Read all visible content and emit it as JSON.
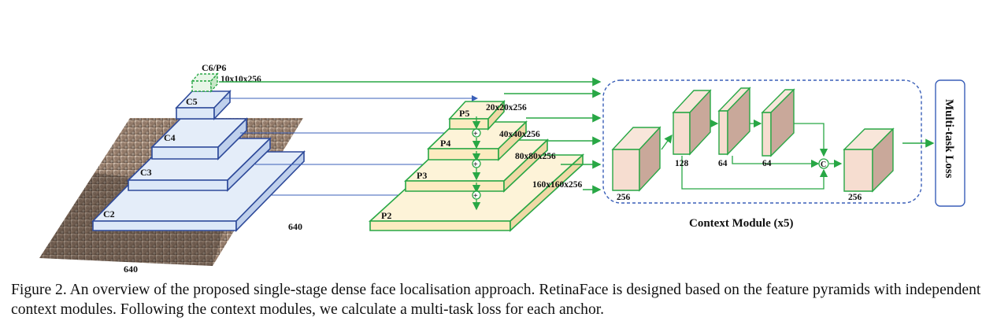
{
  "backbone": {
    "c2": "C2",
    "c3": "C3",
    "c4": "C4",
    "c5": "C5",
    "c6p6": "C6/P6",
    "c6_dim": "10x10x256",
    "width_label": "640",
    "height_label": "640"
  },
  "fpn": {
    "p2": "P2",
    "p3": "P3",
    "p4": "P4",
    "p5": "P5",
    "p5_dim": "20x20x256",
    "p4_dim": "40x40x256",
    "p3_dim": "80x80x256",
    "p2_dim": "160x160x256",
    "plus_symbol": "+"
  },
  "context_module": {
    "title": "Context Module (x5)",
    "in_channels": "256",
    "branch1": "128",
    "branch2": "64",
    "branch3": "64",
    "out_channels": "256",
    "concat_symbol": "C"
  },
  "loss": {
    "label": "Multi-task Loss"
  },
  "caption": {
    "text": "Figure 2. An overview of the proposed single-stage dense face localisation approach. RetinaFace is designed based on the feature pyramids with independent context modules. Following the context modules, we calculate a multi-task loss for each anchor."
  },
  "colors": {
    "backbone_fill": "#dce8f8",
    "backbone_stroke": "#2e4a9a",
    "fpn_fill": "#fdf0cc",
    "fpn_stroke": "#28a745",
    "cube_fill": "#f6ddd0",
    "cube_side": "#c9a89a",
    "arrow_green": "#28a745",
    "arrow_blue": "#3a5fb8",
    "dashed_border": "#3a5fb8"
  }
}
